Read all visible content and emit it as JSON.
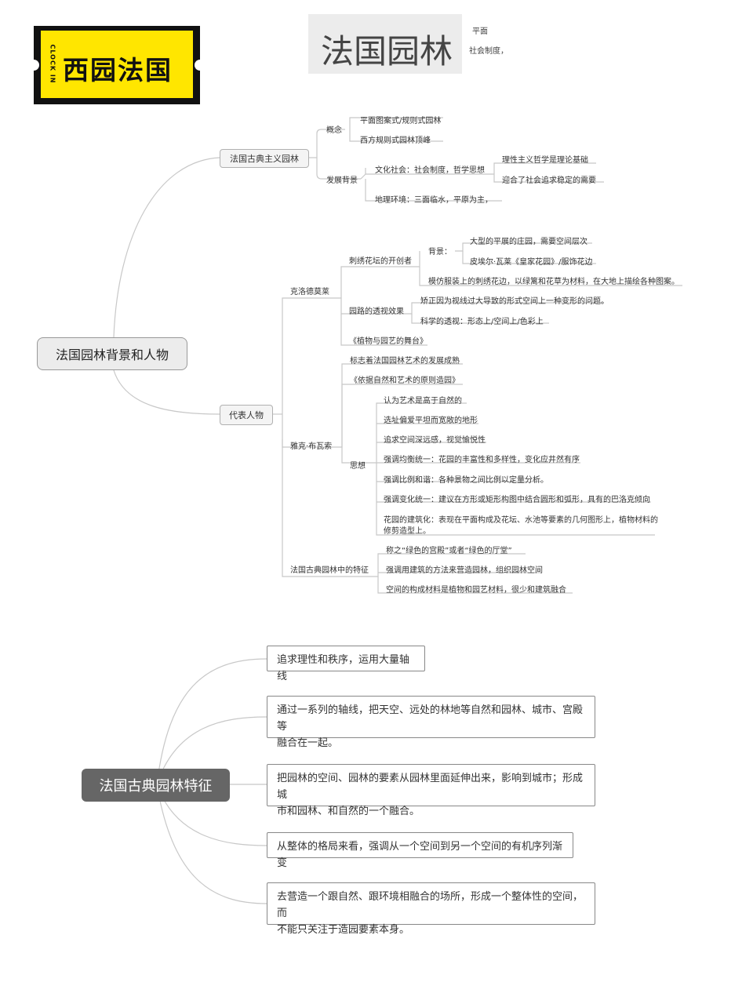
{
  "logo": {
    "side_text": "CLOCK IN",
    "main_text": "西园法国"
  },
  "title": "法国园林",
  "title_peek": {
    "line1": "平面",
    "line2": "社会制度，"
  },
  "map1": {
    "root": "法国园林背景和人物",
    "classical": {
      "label": "法国古典主义园林",
      "concept": "概念",
      "concept_items": [
        "平面图案式/规则式园林",
        "西方规则式园林顶峰"
      ],
      "background": "发展背景",
      "culture": "文化社会：社会制度，哲学思想",
      "culture_items": [
        "理性主义哲学是理论基础",
        "迎合了社会追求稳定的需要"
      ],
      "geo": "地理环境：三面临水，平原为主，"
    },
    "people": {
      "label": "代表人物",
      "claude": {
        "name": "克洛德莫莱",
        "embroidery": "刺绣花坛的开创者",
        "bg": "背景：",
        "bg_items": [
          "大型的平展的庄园，需要空间层次",
          "皮埃尔·瓦莱《皇家花园》/服饰花边"
        ],
        "embroidery_item": "模仿服装上的刺绣花边，以绿篱和花草为材料，在大地上描绘各种图案。",
        "perspective": "园路的透视效果",
        "perspective_items": [
          "矫正因为视线过大导致的形式空间上一种变形的问题。",
          "科学的透视：形态上/空间上/色彩上"
        ],
        "book": "《植物与园艺的舞台》"
      },
      "jacques": {
        "name": "雅克·布瓦索",
        "items": [
          "标志着法国园林艺术的发展成熟",
          "《依据自然和艺术的原则造园》"
        ],
        "thought": "思想",
        "thought_items": [
          "认为艺术是高于自然的",
          "选址偏爱平坦而宽敞的地形",
          "追求空间深远感，视觉愉悦性",
          "强调均衡统一：花园的丰富性和多样性，变化应井然有序",
          "强调比例和谐：各种景物之间比例以定量分析。",
          "强调变化统一：建议在方形或矩形构图中结合圆形和弧形，具有的巴洛克倾向"
        ],
        "thought_last": [
          "花园的建筑化：表现在平面构成及花坛、水池等要素的几何图形上，植物材料的",
          "修剪造型上。"
        ]
      },
      "features": {
        "label": "法国古典园林中的特征",
        "items": [
          "称之“绿色的宫殿”或者“绿色的厅堂”",
          "强调用建筑的方法来营造园林，组织园林空间",
          "空间的构成材料是植物和园艺材料，很少和建筑融合"
        ]
      }
    }
  },
  "map2": {
    "root": "法国古典园林特征",
    "cards": [
      {
        "lines": [
          "追求理性和秩序，运用大量轴线"
        ]
      },
      {
        "lines": [
          "通过一系列的轴线，把天空、远处的林地等自然和园林、城市、宫殿等",
          "融合在一起。"
        ]
      },
      {
        "lines": [
          "把园林的空间、园林的要素从园林里面延伸出来，影响到城市；形成城",
          "市和园林、和自然的一个融合。"
        ]
      },
      {
        "lines": [
          "从整体的格局来看，强调从一个空间到另一个空间的有机序列渐变"
        ]
      },
      {
        "lines": [
          "去营造一个跟自然、跟环境相融合的场所，形成一个整体性的空间，而",
          "不能只关注于造园要素本身。"
        ]
      }
    ]
  }
}
